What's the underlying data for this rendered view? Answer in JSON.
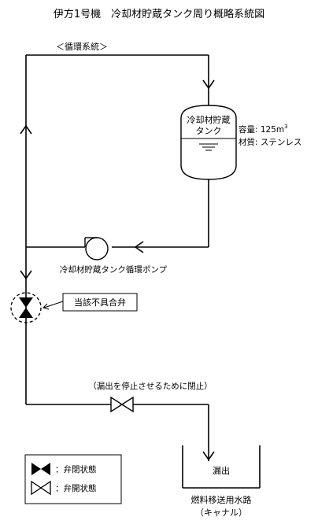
{
  "title": "伊方1号機　冷却材貯蔵タンク周り概略系統図",
  "loop_label": "＜循環系統＞",
  "tank": {
    "name_line1": "冷却材貯蔵",
    "name_line2": "タンク",
    "capacity_label": "容量",
    "capacity_value": ": 125m",
    "capacity_superscript": "3",
    "material_label": "材質",
    "material_value": ": ステンレス"
  },
  "pump_label": "冷却材貯蔵タンク循環ポンプ",
  "faulty_valve_label": "当該不具合弁",
  "closure_note": "（漏出を停止させるために閉止）",
  "leak_label": "漏出",
  "canal": {
    "line1": "燃料移送用水路",
    "line2": "（キャナル）"
  },
  "legend": {
    "closed_label": "：弁閉状態",
    "open_label": "：弁開状態"
  }
}
